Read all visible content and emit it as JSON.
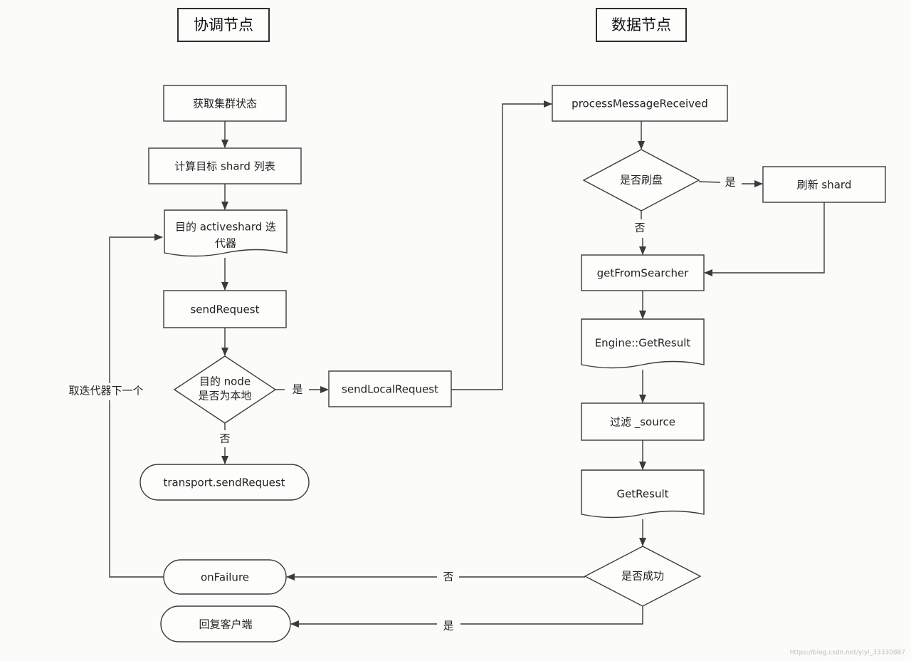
{
  "headers": {
    "coordinator": "协调节点",
    "data_node": "数据节点"
  },
  "coordinator": {
    "get_cluster_state": "获取集群状态",
    "compute_shards": "计算目标 shard 列表",
    "iterator_line1": "目的  activeshard 迭",
    "iterator_line2": "代器",
    "send_request": "sendRequest",
    "is_local_line1": "目的 node",
    "is_local_line2": "是否为本地",
    "send_local_request": "sendLocalRequest",
    "transport_send": "transport.sendRequest",
    "on_failure": "onFailure",
    "reply_client": "回复客户端"
  },
  "data_node": {
    "process_message": "processMessageReceived",
    "should_refresh": "是否刷盘",
    "refresh_shard": "刷新 shard",
    "get_from_searcher": "getFromSearcher",
    "engine_get_result": "Engine::GetResult",
    "filter_source": "过滤 _source",
    "get_result": "GetResult",
    "is_success": "是否成功"
  },
  "edge_labels": {
    "yes": "是",
    "no": "否",
    "next_iter": "取迭代器下一个"
  },
  "watermark": "https://blog.csdn.net/yiyi_33330887"
}
